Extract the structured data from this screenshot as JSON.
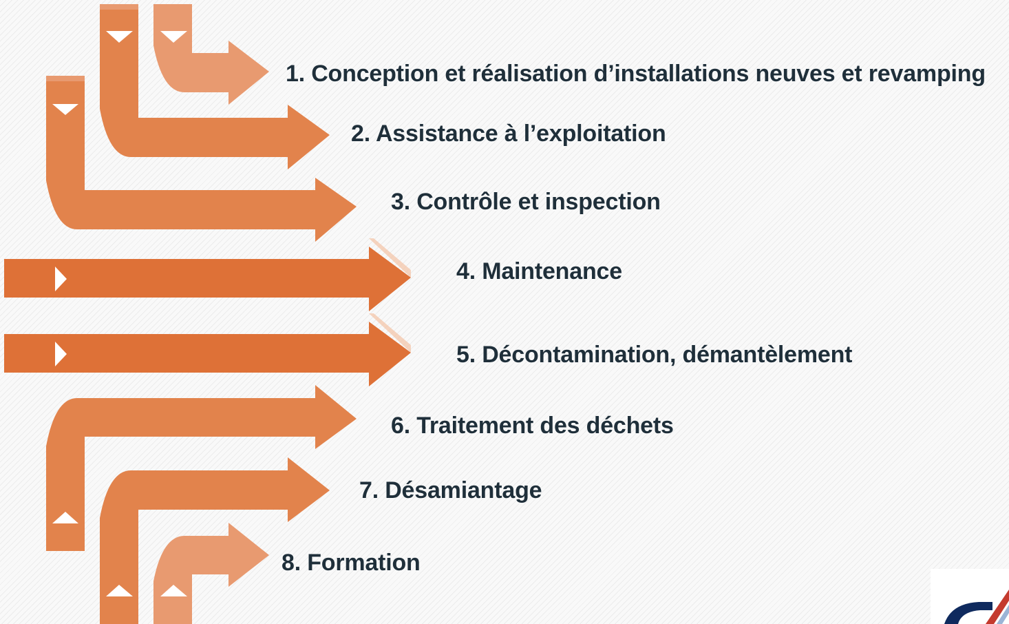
{
  "diagram": {
    "items": [
      {
        "label": "1. Conception et réalisation d’installations neuves et revamping"
      },
      {
        "label": "2. Assistance à l’exploitation"
      },
      {
        "label": "3. Contrôle et inspection"
      },
      {
        "label": "4. Maintenance"
      },
      {
        "label": "5. Décontamination, démantèlement"
      },
      {
        "label": "6. Traitement des déchets"
      },
      {
        "label": "7. Désamiantage"
      },
      {
        "label": "8. Formation"
      }
    ],
    "colors": {
      "arrow_dark": "#de7137",
      "arrow_mid": "#e2834c",
      "arrow_light": "#e89a70",
      "arrow_highlight": "#f3c3a5",
      "text": "#1f2f3a",
      "logo_navy": "#0f2a5e",
      "logo_red": "#c43a2e"
    },
    "logo": {
      "icon": "company-logo-icon"
    }
  }
}
